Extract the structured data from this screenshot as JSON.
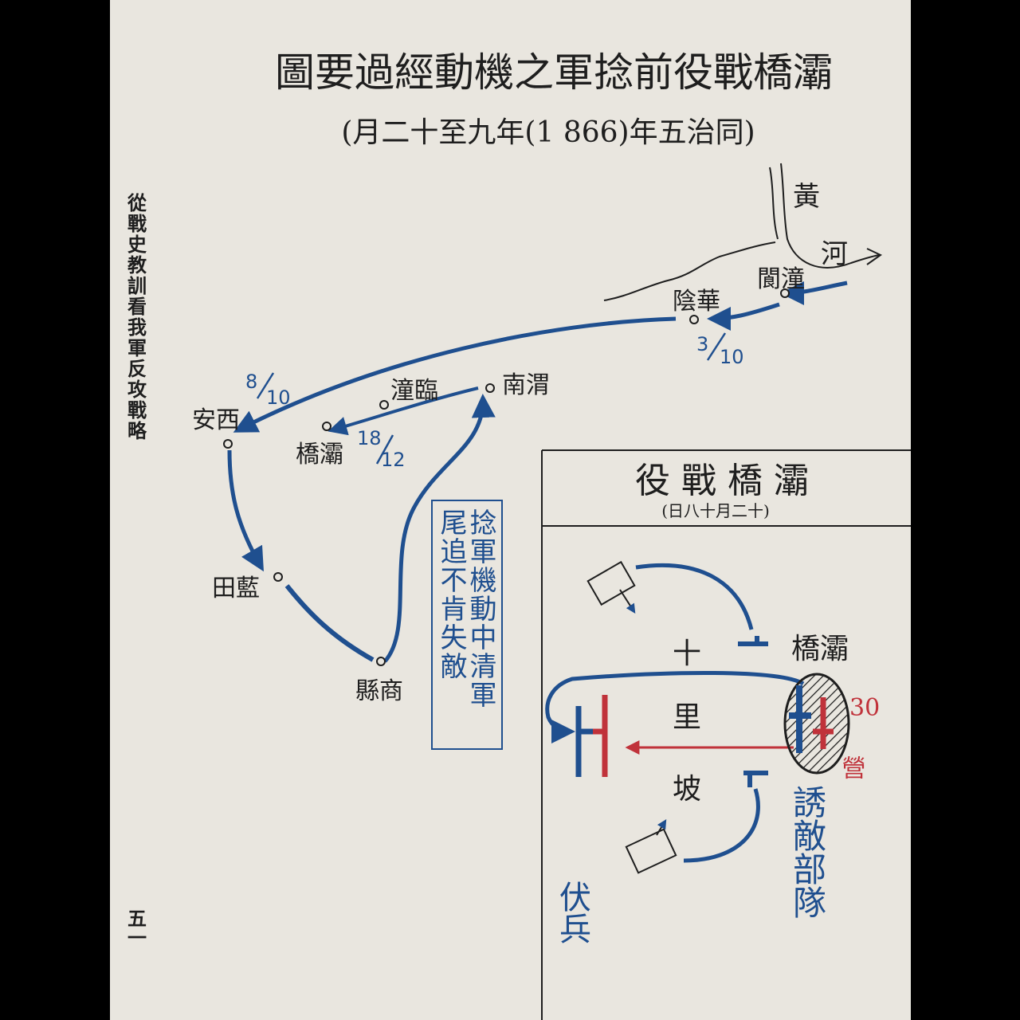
{
  "map_title": "圖要過經動機之軍捻前役戰橋灞",
  "map_subtitle": "(月二十至九年(1 866)年五治同)",
  "side_note": "從戰史教訓看我軍反攻戰略",
  "page_number": "五一",
  "river_label": {
    "char1": "黃",
    "char2": "河"
  },
  "places": {
    "tongguan": "閬潼",
    "huayin": "陰華",
    "xian": "安西",
    "lintong": "潼臨",
    "weinan": "南渭",
    "baqiao": "橋灞",
    "lantian": "田藍",
    "shangxian": "縣商"
  },
  "dates": {
    "huayin": {
      "num": "3",
      "den": "10"
    },
    "xian": {
      "num": "8",
      "den": "10"
    },
    "baqiao": {
      "num": "18",
      "den": "12"
    }
  },
  "note_box": {
    "col1": "捻軍機動中清軍",
    "col2": "尾追不肯失敵"
  },
  "inset": {
    "title": "役 戰 橋 灞",
    "subtitle": "(日八十月二十)",
    "place_baqiao": "橋灞",
    "terrain": {
      "c1": "十",
      "c2": "里",
      "c3": "坡"
    },
    "unit_count": "30",
    "unit_type": "營",
    "lure_label": "誘敵部隊",
    "ambush_label": "伏兵"
  },
  "colors": {
    "paper": "#e9e6df",
    "ink": "#1e1e1e",
    "blue": "#1f4f8f",
    "red": "#c0323a"
  }
}
